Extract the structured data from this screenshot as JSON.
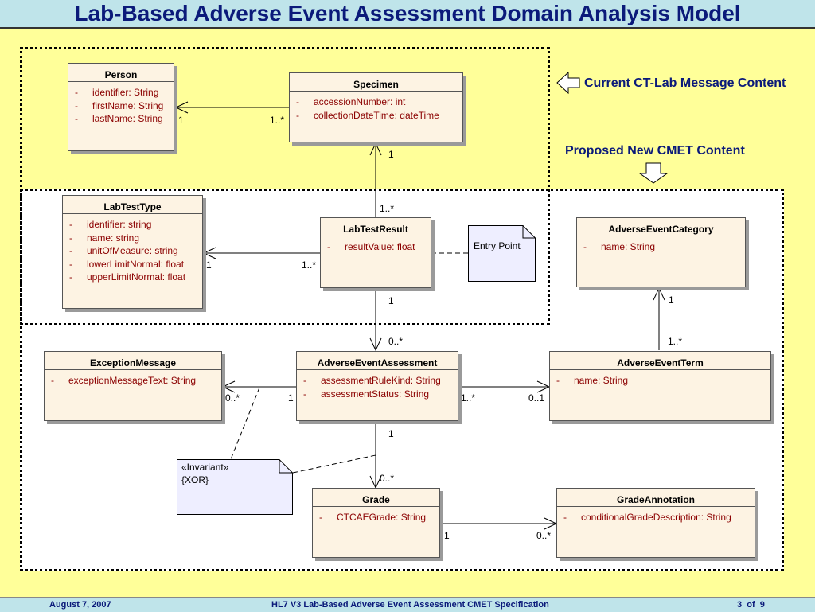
{
  "title": "Lab-Based Adverse Event Assessment Domain Analysis Model",
  "legend": {
    "current": "Current CT-Lab Message Content",
    "proposed": "Proposed New CMET Content"
  },
  "classes": {
    "person": {
      "name": "Person",
      "attrs": [
        "identifier:  String",
        "firstName:  String",
        "lastName:  String"
      ]
    },
    "specimen": {
      "name": "Specimen",
      "attrs": [
        "accessionNumber:  int",
        "collectionDateTime:  dateTime"
      ]
    },
    "labtesttype": {
      "name": "LabTestType",
      "attrs": [
        "identifier:  string",
        "name:  string",
        "unitOfMeasure:  string",
        "lowerLimitNormal:  float",
        "upperLimitNormal:  float"
      ]
    },
    "labtestresult": {
      "name": "LabTestResult",
      "attrs": [
        "resultValue:  float"
      ]
    },
    "adverseeventcategory": {
      "name": "AdverseEventCategory",
      "attrs": [
        "name:  String"
      ]
    },
    "exceptionmessage": {
      "name": "ExceptionMessage",
      "attrs": [
        "exceptionMessageText:  String"
      ]
    },
    "adverseeventassessment": {
      "name": "AdverseEventAssessment",
      "attrs": [
        "assessmentRuleKind:  String",
        "assessmentStatus:  String"
      ]
    },
    "adverseeventterm": {
      "name": "AdverseEventTerm",
      "attrs": [
        "name:  String"
      ]
    },
    "grade": {
      "name": "Grade",
      "attrs": [
        "CTCAEGrade:  String"
      ]
    },
    "gradeannotation": {
      "name": "GradeAnnotation",
      "attrs": [
        "conditionalGradeDescription:  String"
      ]
    }
  },
  "notes": {
    "entry_point": "Entry Point",
    "invariant_line1": "«Invariant»",
    "invariant_line2": "{XOR}"
  },
  "multiplicities": {
    "person_specimen_person": "1",
    "person_specimen_specimen": "1..*",
    "specimen_result_specimen": "1",
    "specimen_result_result": "1..*",
    "type_result_type": "1",
    "type_result_result": "1..*",
    "result_assessment_result": "1",
    "result_assessment_assessment": "0..*",
    "category_term_category": "1",
    "category_term_term": "1..*",
    "exception_assessment_exception": "0..*",
    "exception_assessment_assessment": "1",
    "assessment_term_assessment": "1..*",
    "assessment_term_term": "0..1",
    "assessment_grade_assessment": "1",
    "assessment_grade_grade": "0..*",
    "grade_annotation_grade": "1",
    "grade_annotation_annotation": "0..*"
  },
  "footer": {
    "date": "August 7, 2007",
    "spec": "HL7 V3 Lab-Based Adverse Event Assessment CMET Specification",
    "page": "3  of  9"
  }
}
